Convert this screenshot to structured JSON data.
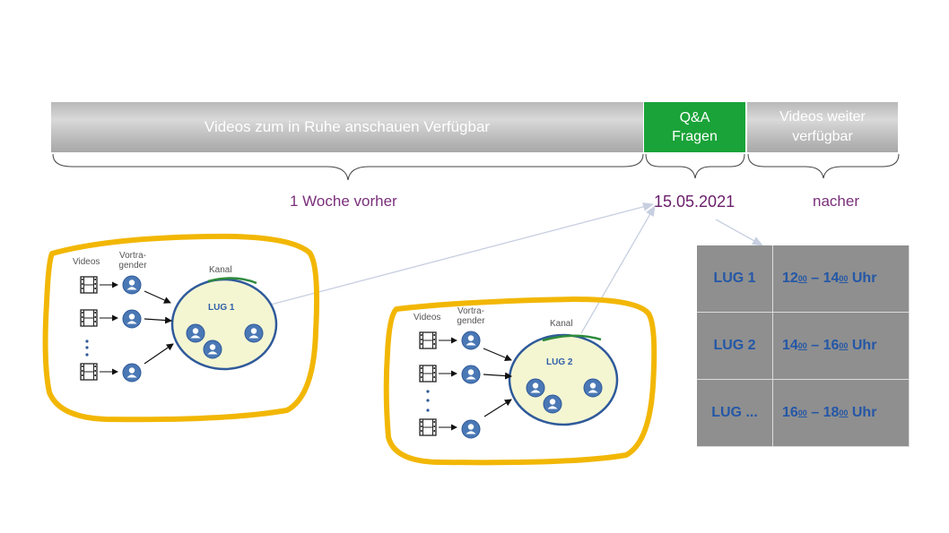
{
  "timeline": {
    "videos_bar": "Videos zum in Ruhe anschauen Verfügbar",
    "qa_bar": [
      "Q&A",
      "Fragen"
    ],
    "after_bar": [
      "Videos weiter",
      "verfügbar"
    ],
    "period_before": "1 Woche vorher",
    "period_date": "15.05.2021",
    "period_after": "nacher"
  },
  "groups": [
    {
      "videos_label": "Videos",
      "speakers_label": [
        "Vortra-",
        "gender"
      ],
      "channel_label": "Kanal",
      "lug_label": "LUG 1"
    },
    {
      "videos_label": "Videos",
      "speakers_label": [
        "Vortra-",
        "gender"
      ],
      "channel_label": "Kanal",
      "lug_label": "LUG 2"
    }
  ],
  "schedule": [
    {
      "name": "LUG 1",
      "start_h": "12",
      "start_m": "00",
      "end_h": "14",
      "end_m": "00",
      "unit": "Uhr"
    },
    {
      "name": "LUG 2",
      "start_h": "14",
      "start_m": "00",
      "end_h": "16",
      "end_m": "00",
      "unit": "Uhr"
    },
    {
      "name": "LUG ...",
      "start_h": "16",
      "start_m": "00",
      "end_h": "18",
      "end_m": "00",
      "unit": "Uhr"
    }
  ],
  "colors": {
    "qa_green": "#1aa339",
    "group_frame": "#f2b705",
    "channel_fill": "#f4f6d2",
    "channel_border": "#2f5a9a",
    "person_icon": "#4a78b5",
    "period_text": "#7a2f7a",
    "schedule_bg": "#8f8f8f",
    "schedule_text": "#2457a6"
  },
  "icons": [
    "film-strip-icon",
    "person-icon",
    "arrow-icon",
    "curly-brace-icon"
  ]
}
